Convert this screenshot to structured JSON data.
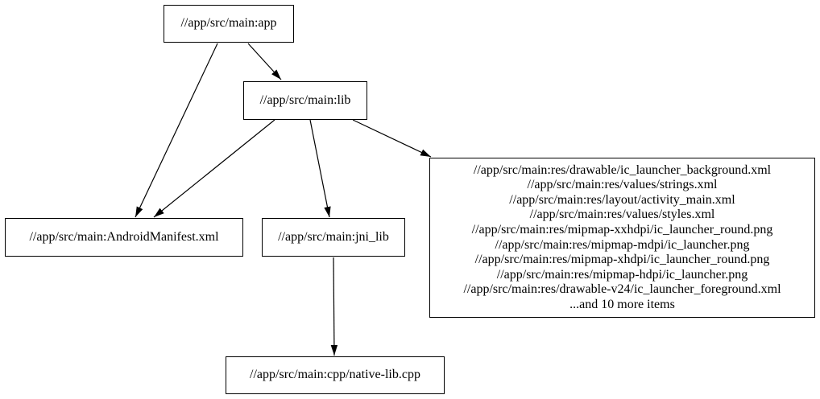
{
  "diagram": {
    "type": "dependency-graph",
    "colors": {
      "background": "#ffffff",
      "node_border": "#000000",
      "edge": "#000000",
      "text": "#000000"
    },
    "nodes": {
      "app": {
        "label": "//app/src/main:app"
      },
      "lib": {
        "label": "//app/src/main:lib"
      },
      "android_manifest": {
        "label": "//app/src/main:AndroidManifest.xml"
      },
      "jni_lib": {
        "label": "//app/src/main:jni_lib"
      },
      "resources": {
        "lines": [
          "//app/src/main:res/drawable/ic_launcher_background.xml",
          "//app/src/main:res/values/strings.xml",
          "//app/src/main:res/layout/activity_main.xml",
          "//app/src/main:res/values/styles.xml",
          "//app/src/main:res/mipmap-xxhdpi/ic_launcher_round.png",
          "//app/src/main:res/mipmap-mdpi/ic_launcher.png",
          "//app/src/main:res/mipmap-xhdpi/ic_launcher_round.png",
          "//app/src/main:res/mipmap-hdpi/ic_launcher.png",
          "//app/src/main:res/drawable-v24/ic_launcher_foreground.xml",
          "...and 10 more items"
        ]
      },
      "native_lib": {
        "label": "//app/src/main:cpp/native-lib.cpp"
      }
    },
    "edges": [
      {
        "from": "app",
        "to": "lib"
      },
      {
        "from": "app",
        "to": "android_manifest"
      },
      {
        "from": "lib",
        "to": "android_manifest"
      },
      {
        "from": "lib",
        "to": "jni_lib"
      },
      {
        "from": "lib",
        "to": "resources"
      },
      {
        "from": "jni_lib",
        "to": "native_lib"
      }
    ]
  }
}
